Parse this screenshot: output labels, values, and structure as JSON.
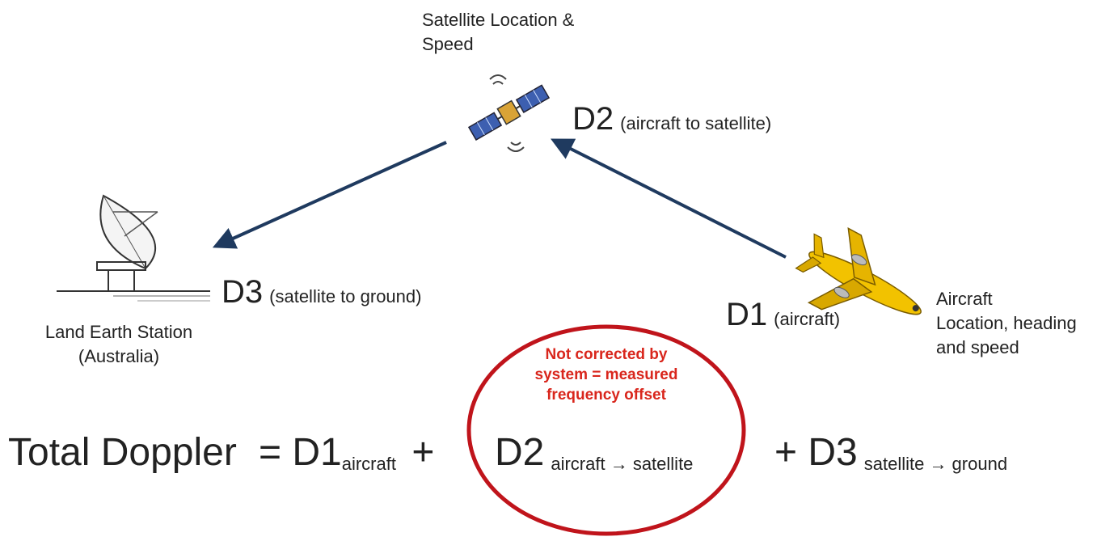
{
  "satellite": {
    "label_line1": "Satellite Location &",
    "label_line2": "Speed",
    "icon": "satellite-icon"
  },
  "station": {
    "label_line1": "Land Earth Station",
    "label_line2": "(Australia)",
    "icon": "satellite-dish-icon"
  },
  "aircraft": {
    "label_line1": "Aircraft",
    "label_line2": "Location, heading",
    "label_line3": "and speed",
    "icon": "airplane-icon"
  },
  "doppler_labels": {
    "d1": {
      "name": "D1",
      "desc": "(aircraft)"
    },
    "d2": {
      "name": "D2",
      "desc": "(aircraft to satellite)"
    },
    "d3": {
      "name": "D3",
      "desc": "(satellite  to ground)"
    }
  },
  "note": {
    "line1": "Not corrected by",
    "line2": "system = measured",
    "line3": "frequency offset"
  },
  "equation": {
    "lhs": "Total Doppler",
    "eq_d1": "= D1",
    "d1_sub": "aircraft",
    "plus1": "+",
    "d2": "D2",
    "d2_sub": "aircraft → satellite",
    "d3": "+ D3",
    "d3_sub": "satellite → ground"
  },
  "colors": {
    "arrow": "#1f3a5f",
    "note_red": "#d9261c",
    "circle_red": "#c0141b",
    "aircraft_yellow": "#f2c200"
  }
}
